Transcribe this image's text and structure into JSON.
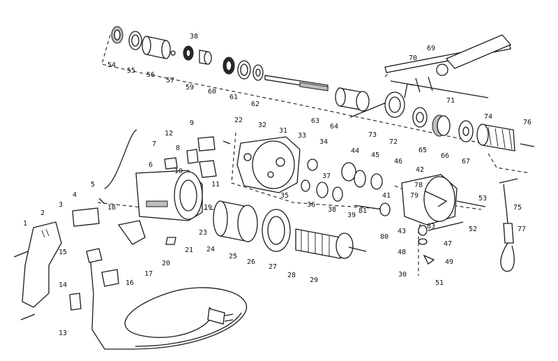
{
  "diagram": {
    "type": "exploded-parts-view",
    "ink_color": "#1a1a1a",
    "background": "#ffffff",
    "part_numbers": [
      "1",
      "2",
      "3",
      "4",
      "5",
      "6",
      "7",
      "8",
      "9",
      "10",
      "11",
      "12",
      "13",
      "14",
      "15",
      "16",
      "17",
      "18",
      "19",
      "20",
      "21",
      "22",
      "23",
      "24",
      "25",
      "26",
      "27",
      "28",
      "29",
      "30",
      "31",
      "32",
      "33",
      "34",
      "35",
      "36",
      "37",
      "38",
      "39",
      "41",
      "42",
      "43",
      "44",
      "45",
      "46",
      "47",
      "48",
      "49",
      "51",
      "52",
      "53",
      "54",
      "55",
      "56",
      "57",
      "59",
      "60",
      "61",
      "62",
      "63",
      "64",
      "65",
      "66",
      "67",
      "69",
      "70",
      "71",
      "72",
      "73",
      "74",
      "75",
      "76",
      "77",
      "78",
      "79",
      "80",
      "81",
      "83"
    ]
  }
}
